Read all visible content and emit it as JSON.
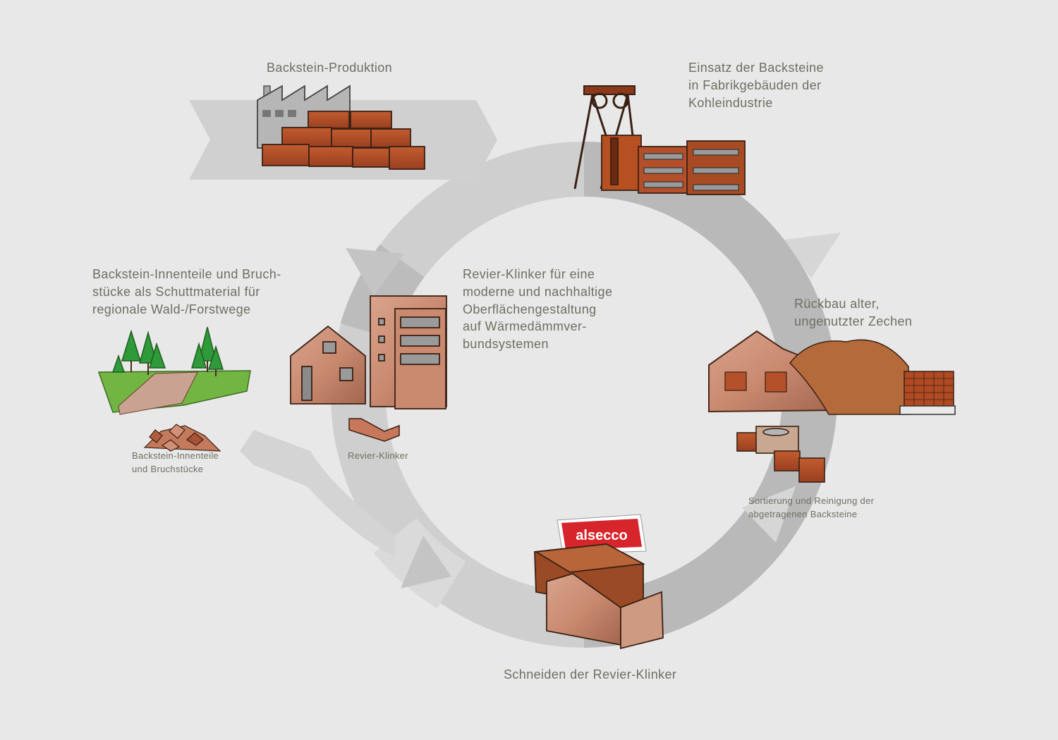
{
  "colors": {
    "background": "#e8e8e8",
    "ring_light": "#d2d2d2",
    "ring_dark": "#b9b9b9",
    "brick": "#b3502a",
    "brick_dark": "#7a3318",
    "rubble": "#c47a5c",
    "grass": "#6db33f",
    "tree": "#2f9a3a",
    "text": "#6e6e64",
    "logo_red": "#d6262b"
  },
  "steps": {
    "production": "Backstein-Produktion",
    "factory_use": [
      "Einsatz der Backsteine",
      "in Fabrikgebäuden der",
      "Kohleindustrie"
    ],
    "demolition": [
      "Rückbau alter,",
      "ungenutzter Zechen"
    ],
    "sorting": [
      "Sortierung und Reinigung der",
      "abgetragenen Backsteine"
    ],
    "cutting": "Schneiden der Revier-Klinker",
    "center": [
      "Revier-Klinker für eine",
      "moderne und nachhaltige",
      "Oberflächengestaltung",
      "auf Wärmedämmver-",
      "bundsystemen"
    ],
    "rubble_use": [
      "Backstein-Innenteile und Bruch-",
      "stücke als Schuttmaterial für",
      "regionale Wald-/Forstwege"
    ],
    "rubble_caption": [
      "Backstein-Innenteile",
      "und Bruchstücke"
    ],
    "klinker_caption": "Revier-Klinker"
  },
  "logo": {
    "text": "alsecco"
  },
  "icons": [
    "factory-icon",
    "mine-tower-icon",
    "demolished-building-icon",
    "brick-pallet-icon",
    "loose-bricks-icon",
    "clinker-block-icon",
    "forest-path-icon",
    "rubble-pile-icon",
    "corner-clinker-icon",
    "modern-buildings-icon"
  ]
}
